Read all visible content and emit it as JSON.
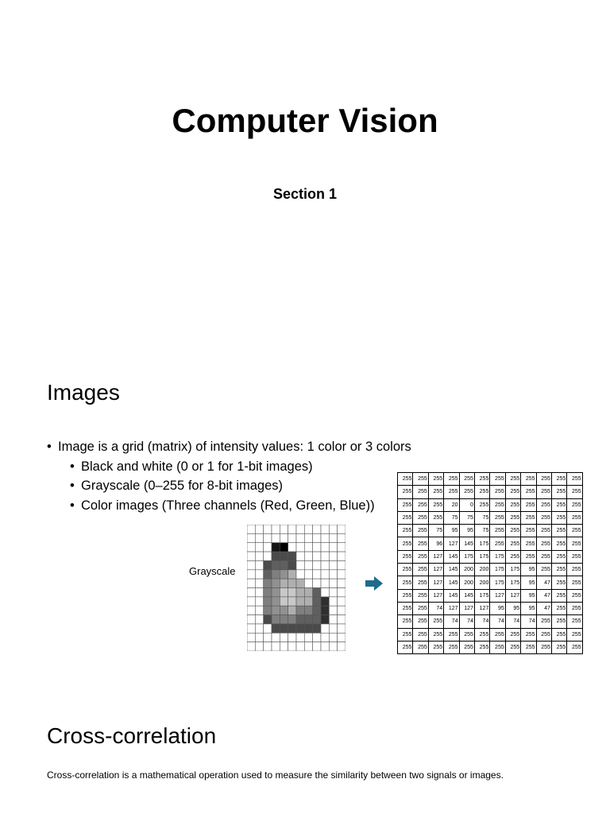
{
  "title": "Computer Vision",
  "subtitle": "Section 1",
  "images": {
    "heading": "Images",
    "bullet_main": "Image is a grid (matrix) of intensity values: 1 color or 3 colors",
    "bullet_sub": [
      "Black and white (0 or 1 for 1-bit images)",
      "Grayscale (0–255 for 8-bit images)",
      "Color images (Three channels (Red, Green, Blue))"
    ],
    "grayscale_label": "Grayscale",
    "arrow_icon": "right-arrow-icon",
    "arrow_color": "#1f6b8c",
    "matrix": [
      [
        255,
        255,
        255,
        255,
        255,
        255,
        255,
        255,
        255,
        255,
        255,
        255
      ],
      [
        255,
        255,
        255,
        255,
        255,
        255,
        255,
        255,
        255,
        255,
        255,
        255
      ],
      [
        255,
        255,
        255,
        20,
        0,
        255,
        255,
        255,
        255,
        255,
        255,
        255
      ],
      [
        255,
        255,
        255,
        75,
        75,
        75,
        255,
        255,
        255,
        255,
        255,
        255
      ],
      [
        255,
        255,
        75,
        95,
        95,
        75,
        255,
        255,
        255,
        255,
        255,
        255
      ],
      [
        255,
        255,
        96,
        127,
        145,
        175,
        255,
        255,
        255,
        255,
        255,
        255
      ],
      [
        255,
        255,
        127,
        145,
        175,
        175,
        175,
        255,
        255,
        255,
        255,
        255
      ],
      [
        255,
        255,
        127,
        145,
        200,
        200,
        175,
        175,
        95,
        255,
        255,
        255
      ],
      [
        255,
        255,
        127,
        145,
        200,
        200,
        175,
        175,
        95,
        47,
        255,
        255
      ],
      [
        255,
        255,
        127,
        145,
        145,
        175,
        127,
        127,
        95,
        47,
        255,
        255
      ],
      [
        255,
        255,
        74,
        127,
        127,
        127,
        95,
        95,
        95,
        47,
        255,
        255
      ],
      [
        255,
        255,
        255,
        74,
        74,
        74,
        74,
        74,
        74,
        255,
        255,
        255
      ],
      [
        255,
        255,
        255,
        255,
        255,
        255,
        255,
        255,
        255,
        255,
        255,
        255
      ],
      [
        255,
        255,
        255,
        255,
        255,
        255,
        255,
        255,
        255,
        255,
        255,
        255
      ]
    ]
  },
  "cross_correlation": {
    "heading": "Cross-correlation",
    "text": "Cross-correlation is a mathematical operation used to measure the similarity between two signals or images."
  }
}
